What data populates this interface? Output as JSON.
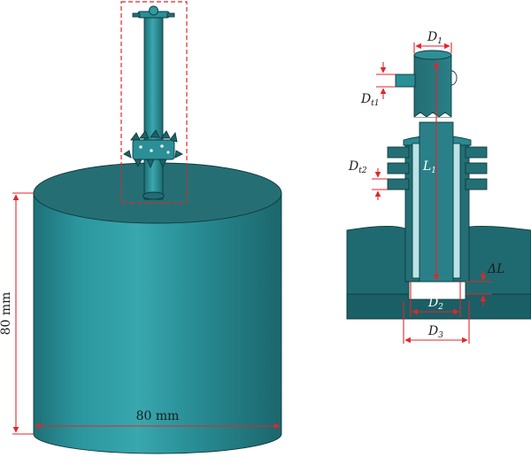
{
  "figure": {
    "left_panel": {
      "height_label": "80 mm",
      "width_label": "80 mm"
    },
    "right_panel": {
      "labels": {
        "D1": {
          "main": "D",
          "sub": "1"
        },
        "Dt1": {
          "main": "D",
          "sub": "t1"
        },
        "Dt2": {
          "main": "D",
          "sub": "t2"
        },
        "L1": {
          "main": "L",
          "sub": "1"
        },
        "deltaL": {
          "main": "ΔL"
        },
        "D2": {
          "main": "D",
          "sub": "2"
        },
        "D3": {
          "main": "D",
          "sub": "3"
        }
      }
    },
    "colors": {
      "body": "#2a8f97",
      "body_dark": "#1c6c73",
      "top_face": "#256f74",
      "dimension_line": "#e2262a"
    }
  }
}
